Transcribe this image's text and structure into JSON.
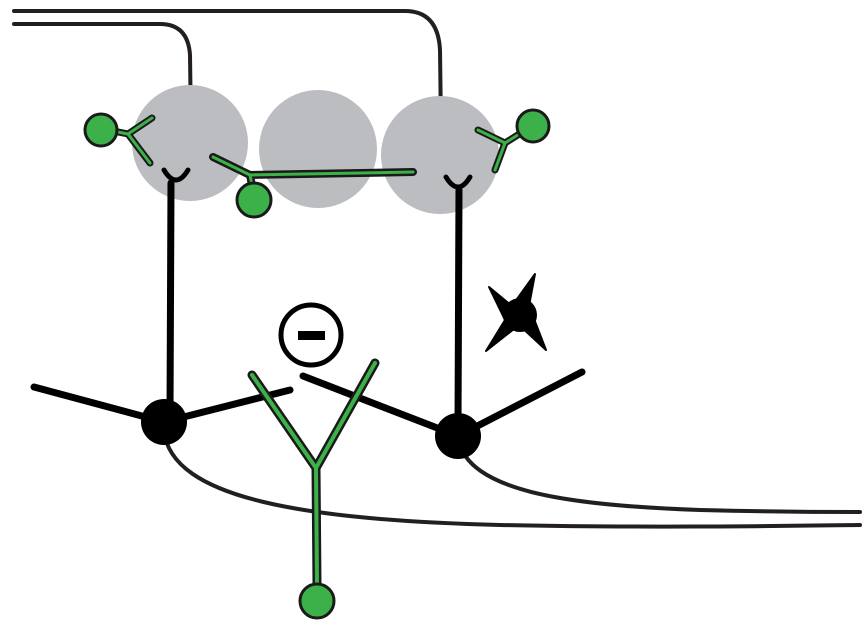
{
  "diagram": {
    "colors": {
      "background": "#ffffff",
      "axon_line": "#231f20",
      "glomerulus_fill": "#bcbdc0",
      "green_cell_fill": "#3db149",
      "outline": "#1a1a1a",
      "neuron_body": "#000000"
    },
    "inhibition_symbol": {
      "text": "−",
      "meaning": "inhibition"
    },
    "elements": [
      "input-axon-left",
      "input-axon-right",
      "glomerulus-left",
      "glomerulus-middle",
      "glomerulus-right",
      "green-interneuron-left",
      "green-interneuron-right",
      "green-interneuron-middle",
      "mitral-cell-left",
      "mitral-cell-right",
      "green-granule-cell",
      "black-star-neuron",
      "output-axons"
    ]
  }
}
